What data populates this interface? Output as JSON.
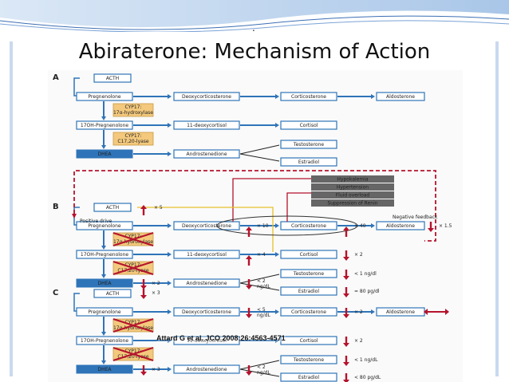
{
  "slide": {
    "title": "Abiraterone:  Mechanism of Action",
    "dot": ".",
    "citation": "Attard G et al. JCO 2008;26:4563-4571"
  },
  "colors": {
    "box_blue": "#2f74b8",
    "enzyme_tan": "#f4c97d",
    "feedback_red": "#b5132d",
    "dark_gray_box": "#666666",
    "background": "#ffffff"
  },
  "panels": {
    "a": {
      "label": "A",
      "acth": "ACTH",
      "pregnenolone": "Pregnenolone",
      "deoxycorticosterone": "Deoxycorticosterone",
      "corticosterone": "Corticosterone",
      "aldosterone": "Aldosterone",
      "cyp17_hydroxylase": "CYP17:\n17α-hydroxylase",
      "ohpregnenolone": "17OH-Pregnenolone",
      "deoxycortisol": "11-deoxycortisol",
      "cortisol": "Cortisol",
      "cyp17_lyase": "CYP17:\nC17,20-lyase",
      "dhea": "DHEA",
      "androstenedione": "Androstenedione",
      "testosterone": "Testosterone",
      "estradiol": "Estradiol"
    },
    "b": {
      "label": "B",
      "effects": [
        "Hypokalemia",
        "Hypertension",
        "Fluid overload",
        "Suppression of Renin"
      ],
      "acth": "ACTH",
      "acth_change": "× 5",
      "positive_drive": "Positive drive",
      "negative_feedback": "Negative feedback",
      "pregnenolone": "Pregnenolone",
      "deoxycorticosterone": "Deoxycorticosterone",
      "deoxy_change": "× 10",
      "corticosterone": "Corticosterone",
      "cortico_change": "× 40",
      "aldosterone": "Aldosterone",
      "aldo_change": "× 1.5",
      "cyp17_hydroxylase": "CYP17:\n17α-hydroxylase",
      "ohpregnenolone": "17OH-Pregnenolone",
      "deoxycortisol": "11-deoxycortisol",
      "deoxycortisol_change": "× 4",
      "cortisol": "Cortisol",
      "cortisol_change": "× 2",
      "cyp17_lyase": "CYP17:\nC17,20-lyase",
      "dhea": "DHEA",
      "dhea_change": "× 2",
      "androstenedione": "Androstenedione",
      "andro_change": "< 2\nng/dL",
      "testosterone": "Testosterone",
      "testo_change": "< 1 ng/dl",
      "estradiol": "Estradiol",
      "estra_change": "= 80 pg/dl"
    },
    "c": {
      "label": "C",
      "acth": "ACTH",
      "acth_change": "× 3",
      "pregnenolone": "Pregnenolone",
      "deoxycorticosterone": "Deoxycorticosterone",
      "deoxy_change": "< 5\nng/dL",
      "corticosterone": "Corticosterone",
      "cortico_change": "× 2",
      "aldosterone": "Aldosterone",
      "aldo_change": "",
      "cyp17_hydroxylase": "CYP17:\n17α-hydroxylase",
      "ohpregnenolone": "17OH-Pregnenolone",
      "deoxycortisol": "11-deoxycortisol",
      "cortisol": "Cortisol",
      "cortisol_change": "× 2",
      "cyp17_lyase": "CYP17:\nC17,20-lyase",
      "dhea": "DHEA",
      "dhea_change": "× 3",
      "androstenedione": "Androstenedione",
      "andro_change": "< 2\nng/dL",
      "testosterone": "Testosterone",
      "testo_change": "< 1 ng/dL",
      "estradiol": "Estradiol",
      "estra_change": "< 80 pg/dL"
    }
  }
}
